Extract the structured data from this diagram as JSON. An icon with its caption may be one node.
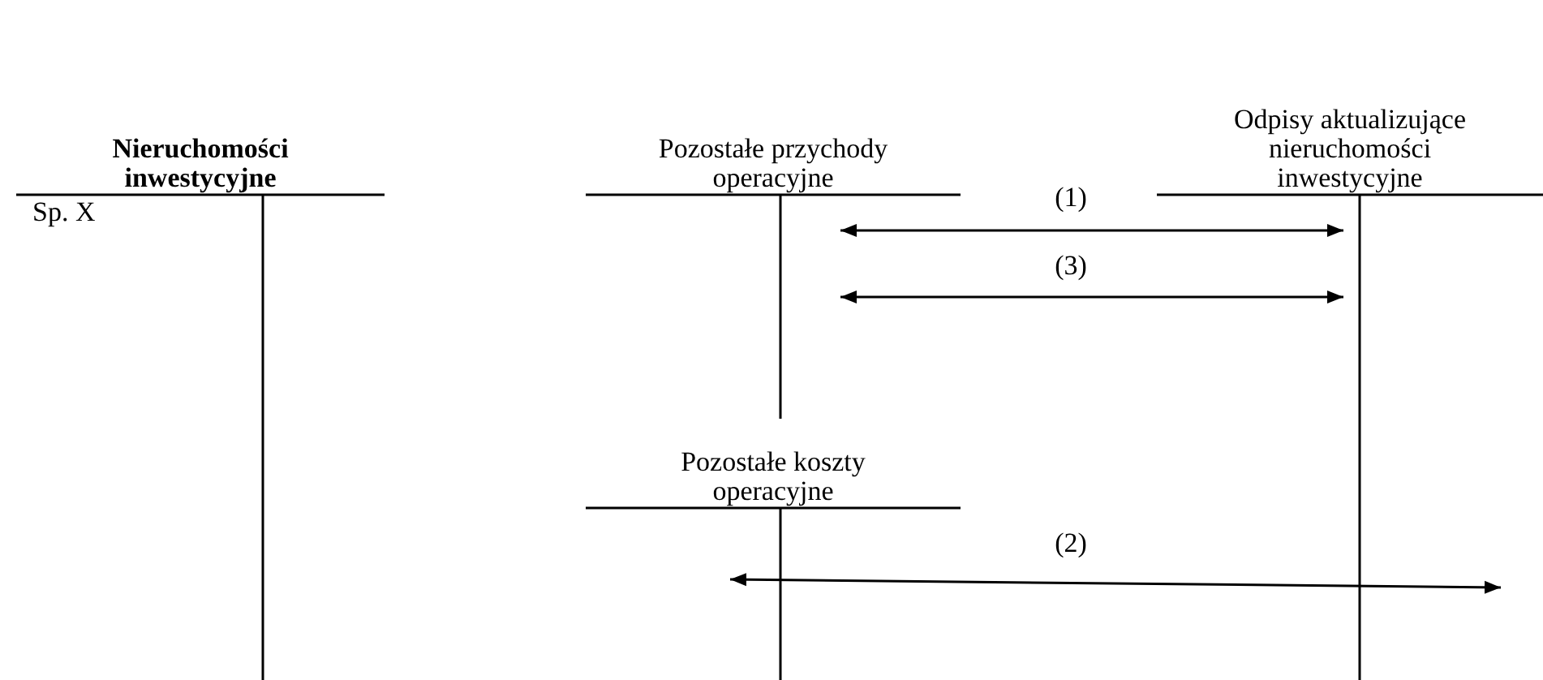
{
  "diagram": {
    "nodes": [
      {
        "text": [
          "Nieruchomości inwestycyjne"
        ]
      },
      {
        "text": [
          "Pozostałe przychody operacyjne"
        ]
      },
      {
        "text": [
          "Odpisy aktualizujące nieruchomości inwestycyjne"
        ]
      },
      {
        "text": [
          "Pozostałe koszty operacyjne"
        ]
      }
    ],
    "edges": [
      {
        "from": 1,
        "to": 2,
        "arrow": "both",
        "label": "(1)"
      },
      {
        "from": 1,
        "to": 2,
        "arrow": "both",
        "label": "(3)"
      },
      {
        "from": 3,
        "to": 2,
        "arrow": "both",
        "label": "(2)"
      }
    ],
    "labels": [
      "Sp. X"
    ]
  }
}
